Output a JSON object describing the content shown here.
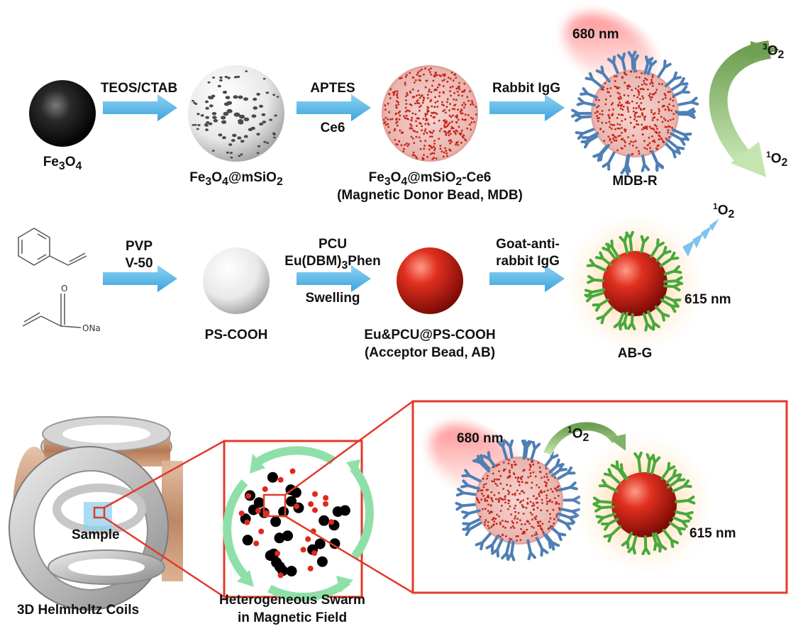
{
  "row1": {
    "fe3o4": {
      "main": "Fe",
      "s1": "3",
      "mid": "O",
      "s2": "4"
    },
    "arrow1": {
      "top": "TEOS/CTAB"
    },
    "silica": {
      "pre": "Fe",
      "s1": "3",
      "mid": "O",
      "s2": "4",
      "post": "@mSiO",
      "s3": "2"
    },
    "arrow2": {
      "top": "APTES",
      "bottom": "Ce6"
    },
    "mdb": {
      "pre": "Fe",
      "s1": "3",
      "mid": "O",
      "s2": "4",
      "mid2": "@mSiO",
      "s3": "2",
      "post": "-Ce6",
      "line2": "(Magnetic Donor Bead, MDB)"
    },
    "arrow3": {
      "top": "Rabbit IgG"
    },
    "laser": "680 nm",
    "mdbr": "MDB-R",
    "o2_triplet": {
      "sup": "3",
      "main": "O",
      "sub": "2"
    },
    "o2_singlet": {
      "sup": "1",
      "main": "O",
      "sub": "2"
    }
  },
  "row2": {
    "chem_label": "ONa",
    "chem_o": "O",
    "arrow1": {
      "top": "PVP",
      "bottom": "V-50"
    },
    "ps": "PS-COOH",
    "arrow2": {
      "top": "PCU",
      "mid_pre": "Eu(DBM)",
      "mid_sub": "3",
      "mid_post": "Phen",
      "bottom": "Swelling"
    },
    "ab": {
      "line1": "Eu&PCU@PS-COOH",
      "line2": "(Acceptor Bead, AB)"
    },
    "arrow3": {
      "top": "Goat-anti-",
      "bottom": "rabbit IgG"
    },
    "abg": "AB-G",
    "o2_singlet": {
      "sup": "1",
      "main": "O",
      "sub": "2"
    },
    "emission": "615 nm"
  },
  "row3": {
    "coils_sample": "Sample",
    "coils_label": "3D Helmholtz Coils",
    "swarm_label_1": "Heterogeneous Swarm",
    "swarm_label_2": "in Magnetic Field",
    "zoom_laser": "680 nm",
    "zoom_o2": {
      "sup": "1",
      "main": "O",
      "sub": "2"
    },
    "zoom_emission": "615 nm"
  },
  "colors": {
    "arrow_blue": "#5bb8e6",
    "frame_red": "#e23a2a",
    "bead_red": "#d42a1f",
    "antibody_blue": "#4e7fb5",
    "antibody_green": "#4aa83a",
    "o2_arrow_green": "#8fc278",
    "swarm_green": "#8fe0a8"
  },
  "swarm": {
    "large_black": 30,
    "small_red": 24
  }
}
